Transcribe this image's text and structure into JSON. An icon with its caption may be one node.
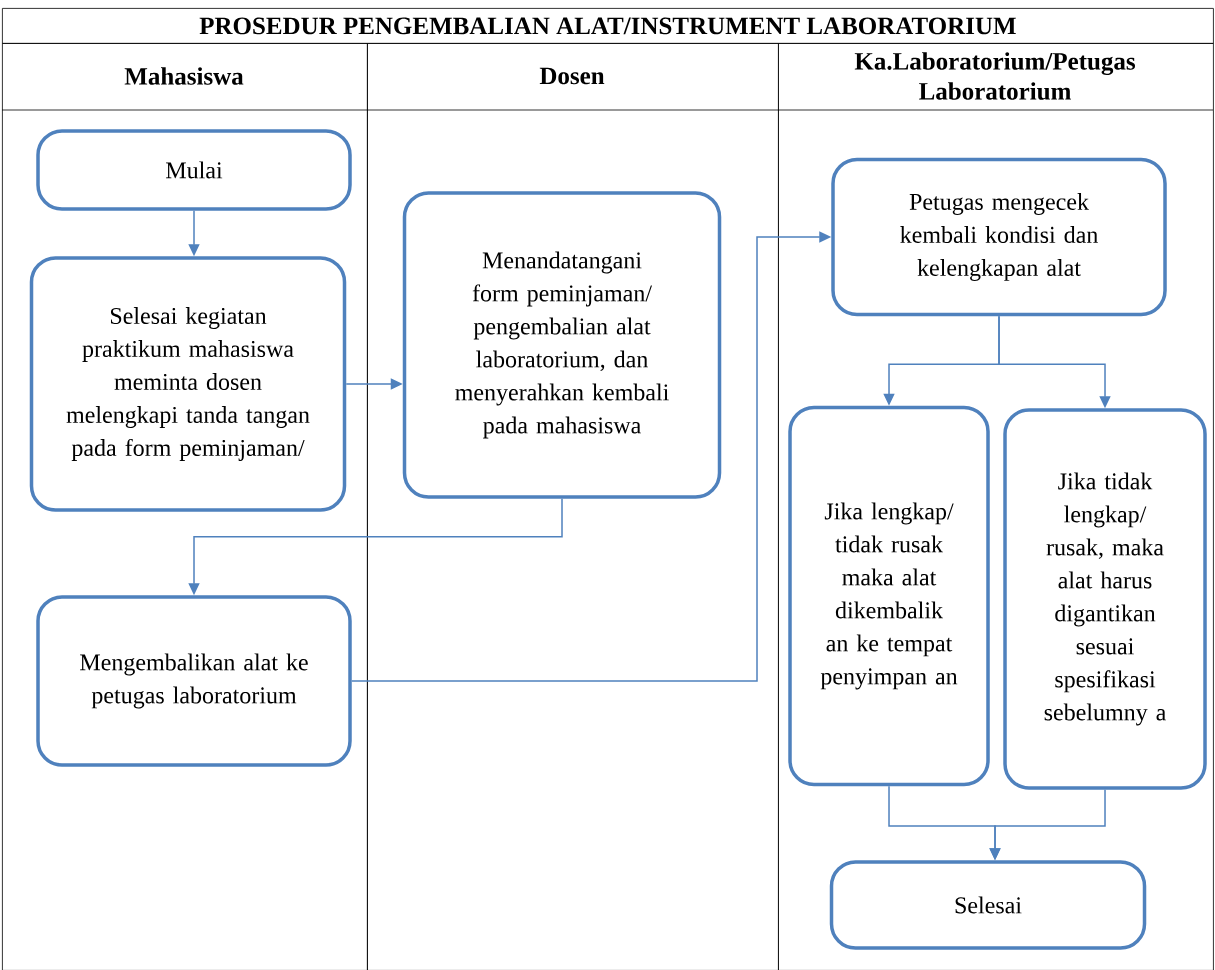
{
  "diagram": {
    "title": "PROSEDUR PENGEMBALIAN ALAT/INSTRUMENT LABORATORIUM",
    "nodes": [
      {
        "text": [
          "Mahasiswa"
        ]
      },
      {
        "text": [
          "Mulai"
        ],
        "in": 0
      },
      {
        "text": [
          "Selesai kegiatan praktikum mahasiswa meminta dosen melengkapi tanda tangan pada form peminjaman/"
        ],
        "in": 0
      },
      {
        "text": [
          "Mengembalikan alat ke petugas laboratorium"
        ],
        "in": 0
      },
      {
        "text": [
          "Dosen"
        ]
      },
      {
        "text": [
          "Menandatangani form peminjaman/ pengembalian alat laboratorium, dan menyerahkan kembali pada mahasiswa"
        ],
        "in": 4
      },
      {
        "text": [
          "Ka.Laboratorium/Petugas Laboratorium"
        ]
      },
      {
        "text": [
          "Petugas mengecek kembali kondisi dan kelengkapan alat"
        ],
        "in": 6
      },
      {
        "text": [
          "Jika lengkap/ tidak rusak maka alat dikembalik an ke tempat penyimpan an"
        ],
        "in": 6
      },
      {
        "text": [
          "Jika tidak lengkap/ rusak, maka alat harus digantikan sesuai spesifikasi sebelumny a"
        ],
        "in": 6
      },
      {
        "text": [
          "Selesai"
        ],
        "in": 6
      }
    ],
    "edges": [
      {
        "from": 1,
        "to": 2,
        "arrow": "to"
      },
      {
        "from": 2,
        "to": 5,
        "arrow": "to"
      },
      {
        "from": 5,
        "to": 3,
        "arrow": "to"
      },
      {
        "from": 3,
        "to": 7,
        "arrow": "to"
      },
      {
        "from": 7,
        "to": 8,
        "arrow": "to"
      },
      {
        "from": 7,
        "to": 9,
        "arrow": "to"
      },
      {
        "from": 8,
        "to": 10,
        "arrow": "to"
      },
      {
        "from": 9,
        "to": 10,
        "arrow": "to"
      }
    ]
  }
}
